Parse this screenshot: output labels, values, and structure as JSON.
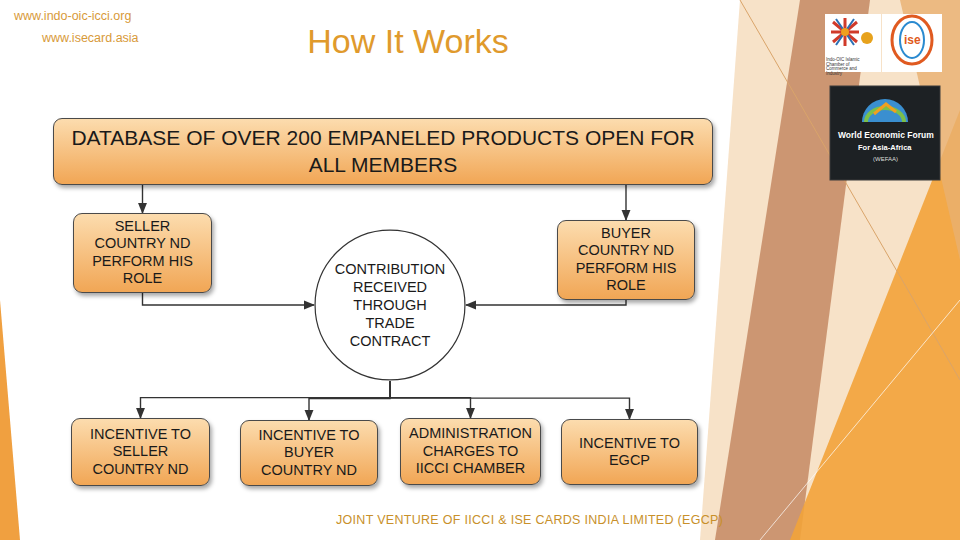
{
  "diagram": {
    "title": "How It Works",
    "caption": "JOINT VENTURE OF IICCI & ISE CARDS INDIA LIMITED (EGCP)",
    "nodes": [
      {
        "text": [
          "DATABASE OF OVER 200 EMPANELED PRODUCTS OPEN FOR ALL MEMBERS"
        ]
      },
      {
        "text": [
          "SELLER COUNTRY ND PERFORM HIS ROLE"
        ]
      },
      {
        "text": [
          "BUYER COUNTRY ND PERFORM HIS ROLE"
        ]
      },
      {
        "text": [
          "CONTRIBUTION RECEIVED THROUGH TRADE CONTRACT"
        ]
      },
      {
        "text": [
          "INCENTIVE TO SELLER COUNTRY ND"
        ]
      },
      {
        "text": [
          "INCENTIVE TO BUYER COUNTRY ND"
        ]
      },
      {
        "text": [
          "ADMINISTRATION CHARGES TO IICCI CHAMBER"
        ]
      },
      {
        "text": [
          "INCENTIVE TO EGCP"
        ]
      }
    ],
    "edges": [
      {
        "from": 0,
        "to": 1,
        "arrow": "to"
      },
      {
        "from": 0,
        "to": 2,
        "arrow": "to"
      },
      {
        "from": 1,
        "to": 3,
        "arrow": "to"
      },
      {
        "from": 2,
        "to": 3,
        "arrow": "to"
      },
      {
        "from": 3,
        "to": 4,
        "arrow": "to"
      },
      {
        "from": 3,
        "to": 5,
        "arrow": "to"
      },
      {
        "from": 3,
        "to": 6,
        "arrow": "to"
      },
      {
        "from": 3,
        "to": 7,
        "arrow": "to"
      }
    ],
    "labels": [
      "www.indo-oic-icci.org",
      "www.isecard.asia",
      "Indo-OIC Islamic Chamber of Commerce and Industry",
      "ise",
      "World Economic Forum",
      "For Asia-Africa",
      "(WEFAA)"
    ]
  }
}
